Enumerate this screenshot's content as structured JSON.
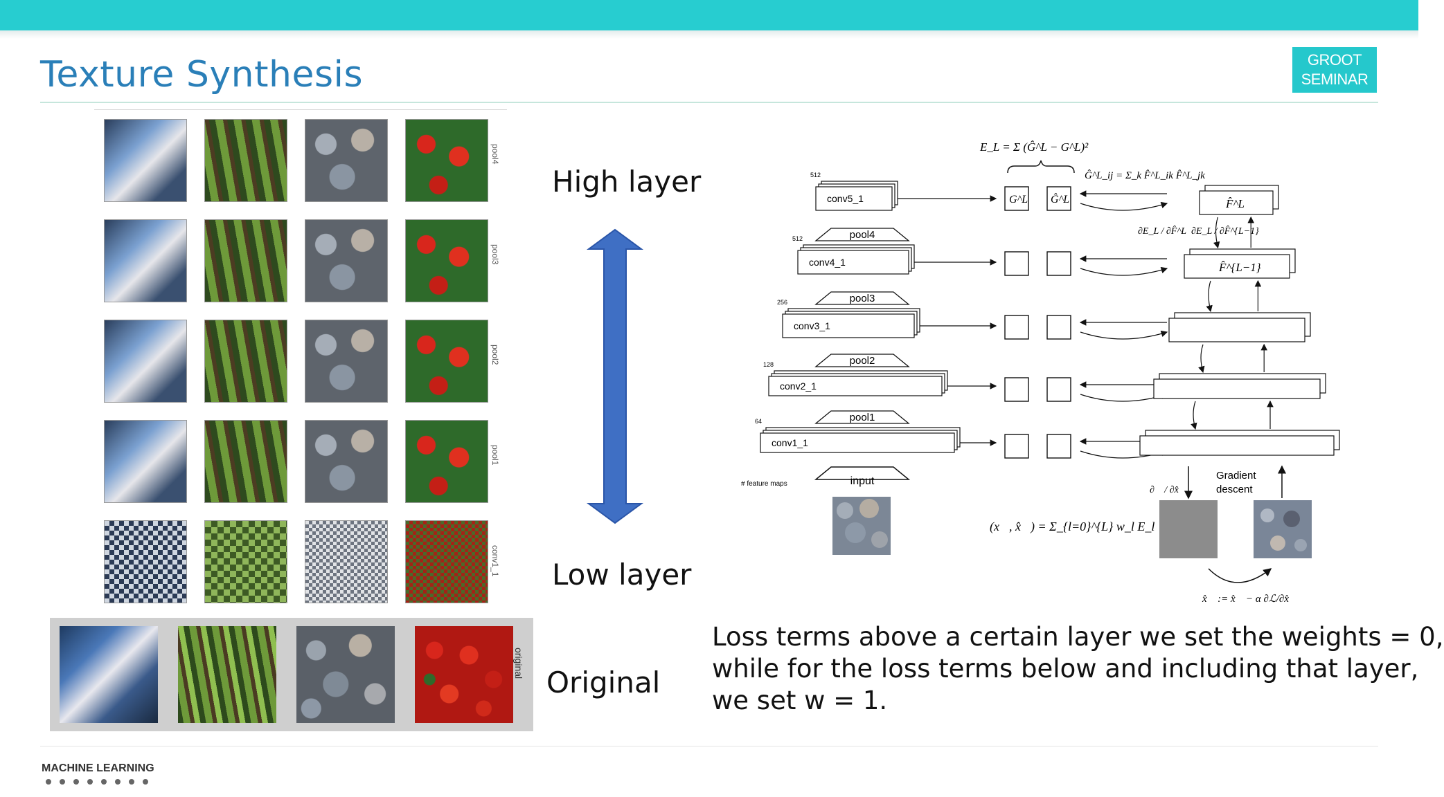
{
  "slide": {
    "title": "Texture Synthesis",
    "badge": {
      "line1": "GROOT",
      "line2": "SEMINAR"
    },
    "labels": {
      "high": "High layer",
      "low": "Low layer",
      "original": "Original"
    },
    "row_labels": [
      "pool4",
      "pool3",
      "pool2",
      "pool1",
      "conv1_1"
    ],
    "original_tag": "original",
    "caption": [
      "Loss terms above a certain layer we set the weights = 0,",
      "while for the loss terms below and including that layer,",
      "we set w = 1."
    ],
    "logo_text": "MACHINE LEARNING",
    "colors": {
      "topbar": "#27cdd0",
      "title": "#2a7fb8",
      "arrow": "#3f6fc4",
      "badge": "#25c8cc"
    }
  },
  "diagram": {
    "energy_eq": "E_L = Σ (Ĝ^L − G^L)²",
    "gram_eq": "Ĝ^L_ij = Σ_k F̂^L_ik F̂^L_jk",
    "layers": [
      {
        "name": "conv5_",
        "sub": "1",
        "sup": "4 3 2",
        "maps": "512"
      },
      {
        "name": "conv4_",
        "sub": "1",
        "sup": "4 3 2",
        "maps": "512"
      },
      {
        "name": "conv3_",
        "sub": "1",
        "sup": "4 3 2",
        "maps": "256"
      },
      {
        "name": "conv2_",
        "sub": "1",
        "sup": "2",
        "maps": "128"
      },
      {
        "name": "conv1_",
        "sub": "1",
        "sup": "2",
        "maps": "64"
      }
    ],
    "pools": [
      "pool4",
      "pool3",
      "pool2",
      "pool1"
    ],
    "input_label": "input",
    "feature_maps_label": "# feature maps",
    "G_label": "G^L",
    "Ghat_label": "Ĝ^L",
    "F_label": "F̂^L",
    "F_prev_label": "F̂^{L−1}",
    "dE_dF": "∂E_L / ∂F̂^L",
    "dE_dFprev": "∂E_L / ∂F̂^{L−1}",
    "loss_eq": "ℒ(x⃗, x̂⃗) = Σ_{l=0}^{L} w_l E_l",
    "dL_dx": "∂ℒ / ∂x̂⃗",
    "gradient_label": "Gradient",
    "descent_label": "descent",
    "update_eq": "x̂⃗ := x̂⃗ − α ∂ℒ/∂x̂⃗"
  }
}
